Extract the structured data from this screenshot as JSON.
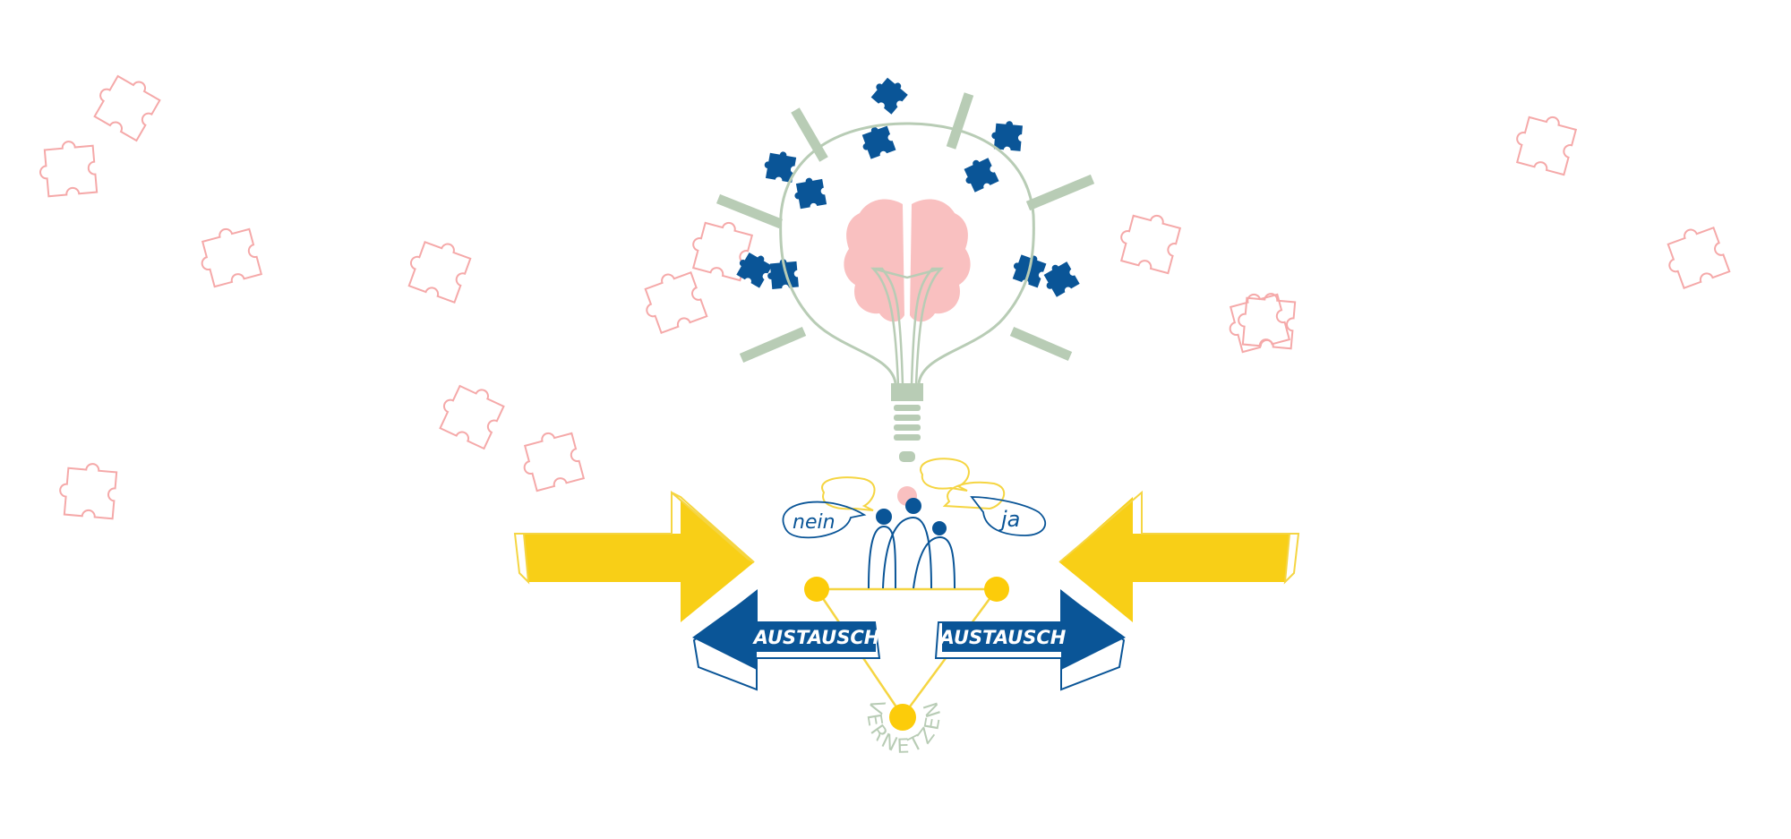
{
  "labels": {
    "exchange_left": "AUSTAUSCH",
    "exchange_right": "AUSTAUSCH",
    "network": "VERNETZEN",
    "bubble_no": "nein",
    "bubble_yes": "ja"
  },
  "colors": {
    "blue": "#0a5597",
    "yellow": "#f8cf17",
    "yellow_line": "#f5d542",
    "green": "#b8ccb5",
    "pink": "#f9c0c0",
    "pink_outline": "#f5a9a9"
  },
  "icons": [
    "puzzle-piece-icon",
    "lightbulb-icon",
    "brain-icon",
    "arrow-icon",
    "people-icon",
    "speech-bubble-icon"
  ]
}
